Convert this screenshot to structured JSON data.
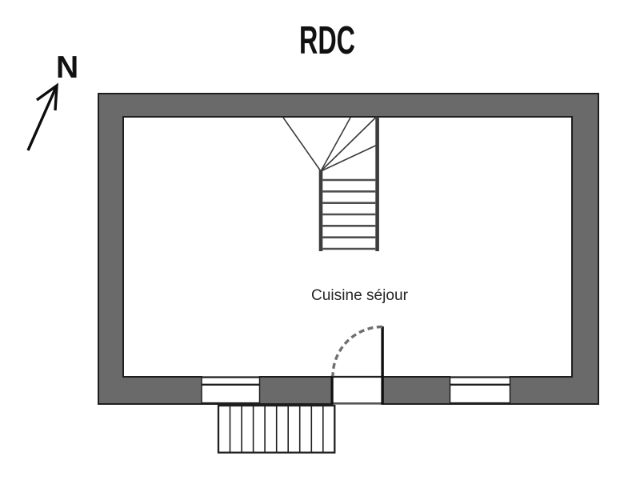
{
  "title": "RDC",
  "north": {
    "label": "N"
  },
  "room": {
    "label": "Cuisine séjour"
  },
  "colors": {
    "background": "#ffffff",
    "wall_fill": "#6a6a6a",
    "outline": "#1f1f1f",
    "stair_line": "#4f4f4f",
    "door_arc": "#6f6f6f",
    "text": "#111111"
  }
}
